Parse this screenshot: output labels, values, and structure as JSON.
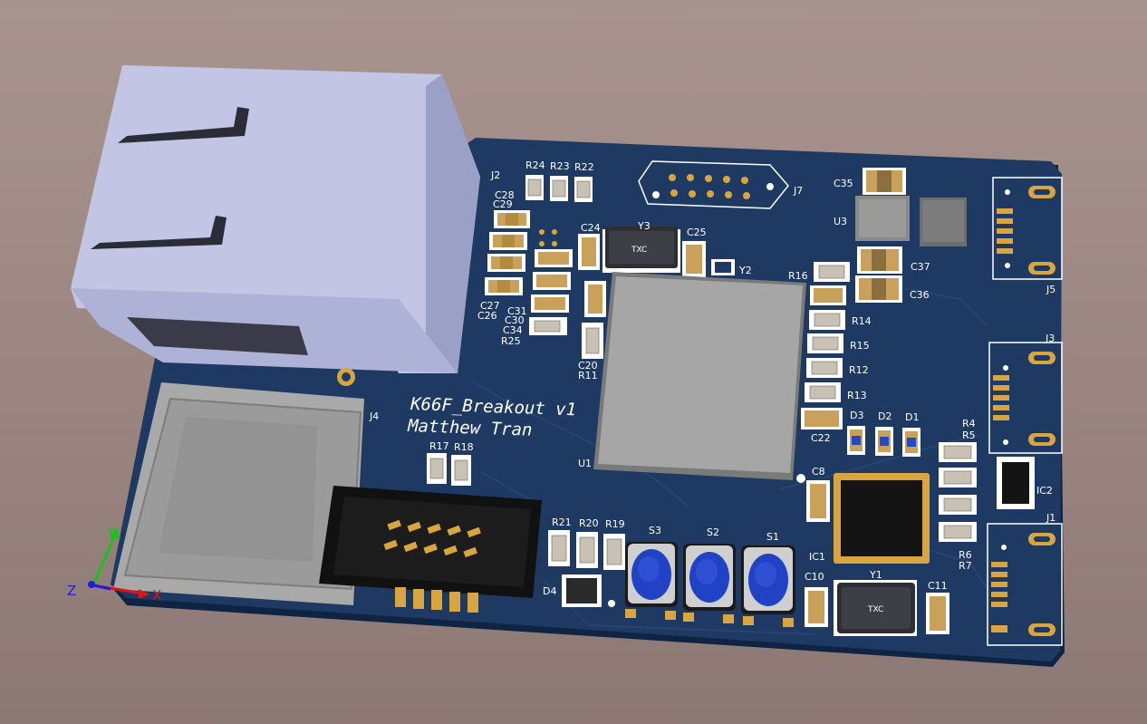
{
  "board": {
    "title_line1": "K66F_Breakout v1",
    "title_line2": "Matthew Tran",
    "colors": {
      "pcb": "#1e3a63",
      "pcb_edge": "#0f2442",
      "pad": "#d9a540",
      "silkscreen": "#ffffff",
      "background": "#9a8580"
    }
  },
  "labels": {
    "J2": "J2",
    "J4": "J4",
    "J7": "J7",
    "J5": "J5",
    "J3": "J3",
    "J1": "J1",
    "U1": "U1",
    "U3": "U3",
    "IC1": "IC1",
    "IC2": "IC2",
    "Y1": "Y1",
    "Y2": "Y2",
    "Y3": "Y3",
    "S1": "S1",
    "S2": "S2",
    "S3": "S3",
    "D1": "D1",
    "D2": "D2",
    "D3": "D3",
    "D4": "D4",
    "R24": "R24",
    "R23": "R23",
    "R22": "R22",
    "C28": "C28",
    "C29": "C29",
    "C27": "C27",
    "C26": "C26",
    "C31": "C31",
    "C30": "C30",
    "C34": "C34",
    "R25": "R25",
    "C24": "C24",
    "C25": "C25",
    "C20": "C20",
    "R11": "R11",
    "C35": "C35",
    "C37": "C37",
    "C36": "C36",
    "R16": "R16",
    "R14": "R14",
    "R15": "R15",
    "R12": "R12",
    "R13": "R13",
    "C22": "C22",
    "C8": "C8",
    "C10": "C10",
    "C11": "C11",
    "R4": "R4",
    "R5": "R5",
    "R6": "R6",
    "R7": "R7",
    "R17": "R17",
    "R18": "R18",
    "R21": "R21",
    "R20": "R20",
    "R19": "R19"
  },
  "crystal_marking": "TXC",
  "axes": {
    "x": "X",
    "y": "Y",
    "z": "Z"
  },
  "icons": [
    "rj45-jack-icon",
    "sd-card-slot-icon",
    "tactile-switch-icon",
    "axis-triad-icon"
  ]
}
